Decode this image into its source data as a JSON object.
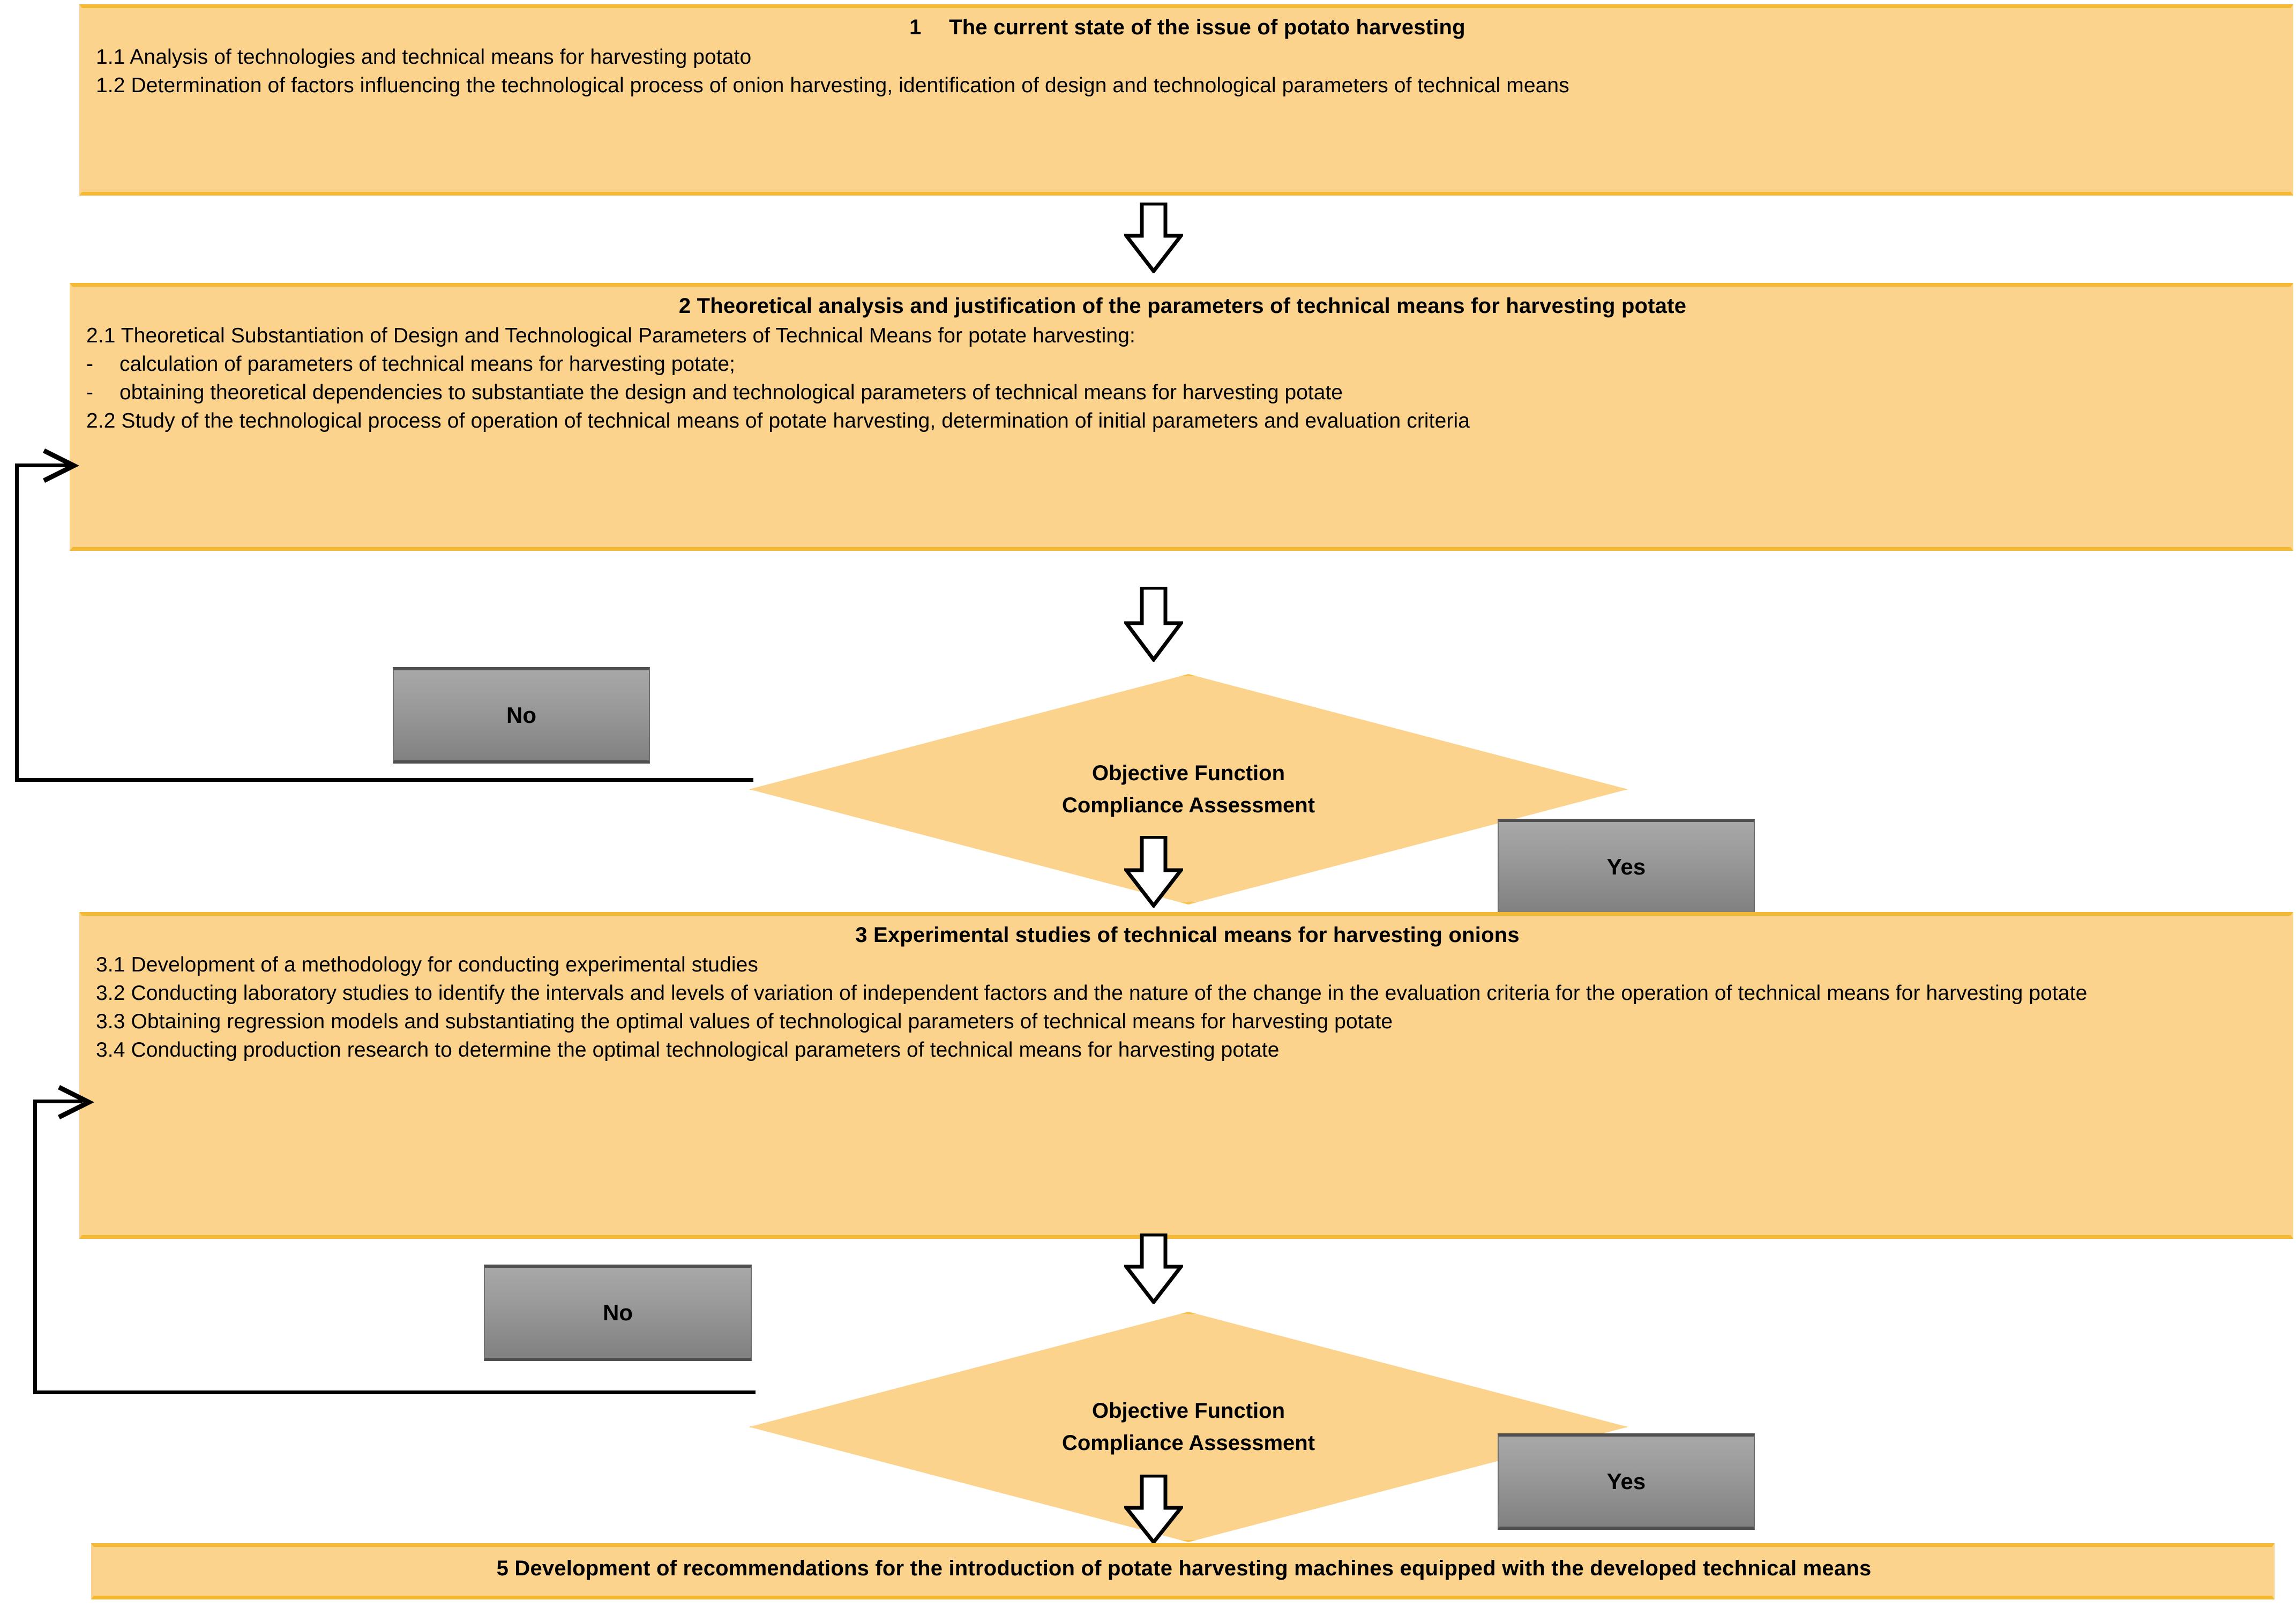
{
  "diagram": {
    "type": "flowchart",
    "title": "Research methodology flowchart for potato harvesting technical means",
    "colors": {
      "box_fill": "#fbd38d",
      "box_border": "#f5b931",
      "decision_fill": "#fbd38d",
      "decision_border": "#f9c349",
      "gray_box_fill": "#9a9a9a",
      "gray_box_border": "#4f4f4f",
      "arrow_stroke": "#000000",
      "arrow_fill": "#ffffff",
      "text": "#000000",
      "background": "#ffffff"
    }
  },
  "stage1": {
    "title": "1  The current state of the issue of potato harvesting",
    "lines": [
      "1.1 Analysis of technologies and technical means for harvesting potato",
      "1.2 Determination of factors influencing the technological process of onion harvesting, identification of design and technological parameters of technical means"
    ]
  },
  "stage2": {
    "title": "2 Theoretical analysis and justification of the parameters of technical means for harvesting potate",
    "lines": [
      "2.1 Theoretical Substantiation of Design and Technological Parameters of Technical Means for potate harvesting:"
    ],
    "bullets": [
      {
        "marker": "-",
        "text": "calculation of parameters of technical means for harvesting potate;"
      },
      {
        "marker": "-",
        "text": "obtaining theoretical dependencies to substantiate the design and technological parameters of technical means for harvesting potate"
      }
    ],
    "trailing_lines": [
      "2.2 Study of the technological process of operation of technical means of potate harvesting, determination of initial parameters and evaluation criteria"
    ]
  },
  "decision1": {
    "label_line1": "Objective Function",
    "label_line2": "Compliance Assessment",
    "no_label": "No",
    "yes_label": "Yes"
  },
  "stage3": {
    "title": "3 Experimental studies of technical means for harvesting onions",
    "lines": [
      "3.1 Development of a methodology for conducting experimental studies",
      "3.2 Conducting laboratory studies to identify the intervals and levels of variation of independent factors and the nature of the change in the evaluation criteria for the operation of technical means for harvesting potate",
      "3.3 Obtaining regression models and substantiating the optimal values of technological parameters of technical means for harvesting potate",
      "3.4 Conducting production research to determine the optimal technological parameters of technical means for harvesting potate"
    ]
  },
  "decision2": {
    "label_line1": "Objective Function",
    "label_line2": "Compliance Assessment",
    "no_label": "No",
    "yes_label": "Yes"
  },
  "stage5": {
    "title": "5 Development of recommendations for the introduction of potate harvesting machines equipped with the developed technical means"
  }
}
